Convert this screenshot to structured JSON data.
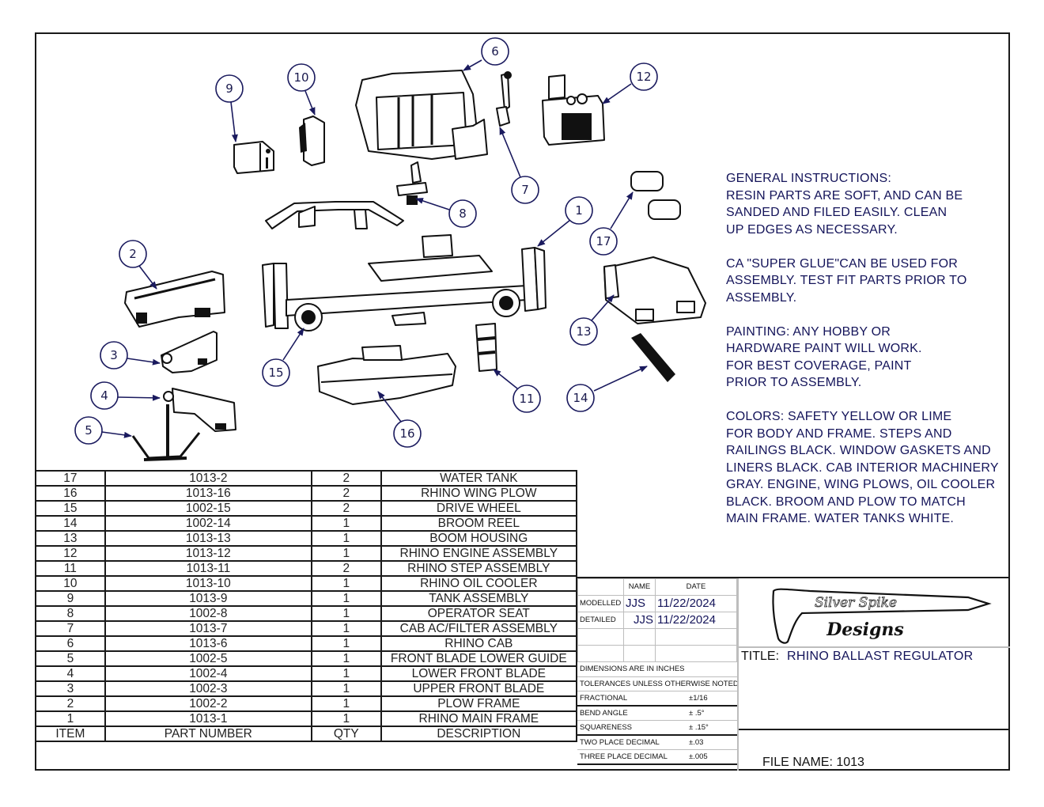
{
  "document": {
    "type": "Assembly exploded-view drawing"
  },
  "balloons": [
    {
      "item": "1"
    },
    {
      "item": "2"
    },
    {
      "item": "3"
    },
    {
      "item": "4"
    },
    {
      "item": "5"
    },
    {
      "item": "6"
    },
    {
      "item": "7"
    },
    {
      "item": "8"
    },
    {
      "item": "9"
    },
    {
      "item": "10"
    },
    {
      "item": "11"
    },
    {
      "item": "12"
    },
    {
      "item": "13"
    },
    {
      "item": "14"
    },
    {
      "item": "15"
    },
    {
      "item": "16"
    },
    {
      "item": "17"
    }
  ],
  "instructions": {
    "general": "GENERAL INSTRUCTIONS:\nRESIN PARTS ARE SOFT, AND CAN BE\nSANDED AND FILED EASILY.  CLEAN\nUP EDGES AS NECESSARY.",
    "glue": "CA \"SUPER GLUE\"CAN BE USED FOR\nASSEMBLY. TEST FIT PARTS PRIOR TO\nASSEMBLY.",
    "painting": "PAINTING:  ANY HOBBY OR\nHARDWARE PAINT WILL WORK.\nFOR BEST COVERAGE, PAINT\nPRIOR TO ASSEMBLY.",
    "colors": "COLORS:  SAFETY YELLOW OR LIME\nFOR BODY AND FRAME.  STEPS AND\nRAILINGS BLACK.  WINDOW GASKETS AND\nLINERS BLACK.  CAB INTERIOR MACHINERY\nGRAY. ENGINE, WING PLOWS, OIL COOLER\nBLACK.  BROOM AND PLOW TO MATCH\nMAIN FRAME.  WATER TANKS WHITE."
  },
  "bom": {
    "headers": {
      "item": "ITEM",
      "part": "PART NUMBER",
      "qty": "QTY",
      "desc": "DESCRIPTION"
    },
    "rows": [
      {
        "item": "17",
        "part": "1013-2",
        "qty": "2",
        "desc": "WATER TANK"
      },
      {
        "item": "16",
        "part": "1013-16",
        "qty": "2",
        "desc": "RHINO WING PLOW"
      },
      {
        "item": "15",
        "part": "1002-15",
        "qty": "2",
        "desc": "DRIVE WHEEL"
      },
      {
        "item": "14",
        "part": "1002-14",
        "qty": "1",
        "desc": "BROOM REEL"
      },
      {
        "item": "13",
        "part": "1013-13",
        "qty": "1",
        "desc": "BOOM HOUSING"
      },
      {
        "item": "12",
        "part": "1013-12",
        "qty": "1",
        "desc": "RHINO ENGINE ASSEMBLY"
      },
      {
        "item": "11",
        "part": "1013-11",
        "qty": "2",
        "desc": "RHINO STEP ASSEMBLY"
      },
      {
        "item": "10",
        "part": "1013-10",
        "qty": "1",
        "desc": "RHINO OIL COOLER"
      },
      {
        "item": "9",
        "part": "1013-9",
        "qty": "1",
        "desc": "TANK ASSEMBLY"
      },
      {
        "item": "8",
        "part": "1002-8",
        "qty": "1",
        "desc": "OPERATOR SEAT"
      },
      {
        "item": "7",
        "part": "1013-7",
        "qty": "1",
        "desc": "CAB AC/FILTER ASSEMBLY"
      },
      {
        "item": "6",
        "part": "1013-6",
        "qty": "1",
        "desc": "RHINO CAB"
      },
      {
        "item": "5",
        "part": "1002-5",
        "qty": "1",
        "desc": "FRONT BLADE LOWER GUIDE"
      },
      {
        "item": "4",
        "part": "1002-4",
        "qty": "1",
        "desc": "LOWER FRONT BLADE"
      },
      {
        "item": "3",
        "part": "1002-3",
        "qty": "1",
        "desc": "UPPER FRONT BLADE"
      },
      {
        "item": "2",
        "part": "1002-2",
        "qty": "1",
        "desc": "PLOW FRAME"
      },
      {
        "item": "1",
        "part": "1013-1",
        "qty": "1",
        "desc": "RHINO MAIN FRAME"
      }
    ]
  },
  "title_block": {
    "col_name": "NAME",
    "col_date": "DATE",
    "modelled_label": "MODELLED",
    "modelled_name": "JJS",
    "modelled_date": "11/22/2024",
    "detailed_label": "DETAILED",
    "detailed_name": "JJS",
    "detailed_date": "11/22/2024",
    "dimensions_note": "DIMENSIONS ARE IN INCHES",
    "tolerances_note": "TOLERANCES UNLESS OTHERWISE NOTED",
    "tolerances": [
      {
        "label": "FRACTIONAL",
        "value": "±1/16"
      },
      {
        "label": "BEND ANGLE",
        "value": "± .5°"
      },
      {
        "label": "SQUARENESS",
        "value": "± .15°"
      },
      {
        "label": "TWO PLACE DECIMAL",
        "value": "±.03"
      },
      {
        "label": "THREE PLACE DECIMAL",
        "value": "±.005"
      }
    ],
    "logo_line1": "Silver Spike",
    "logo_line2": "Designs",
    "title_label": "TITLE:",
    "title_value": "RHINO BALLAST REGULATOR",
    "file_name": "FILE NAME: 1013"
  },
  "colors": {
    "ink": "#111111",
    "annotation_blue": "#14145a",
    "grid_gray": "#bdbdbd"
  }
}
